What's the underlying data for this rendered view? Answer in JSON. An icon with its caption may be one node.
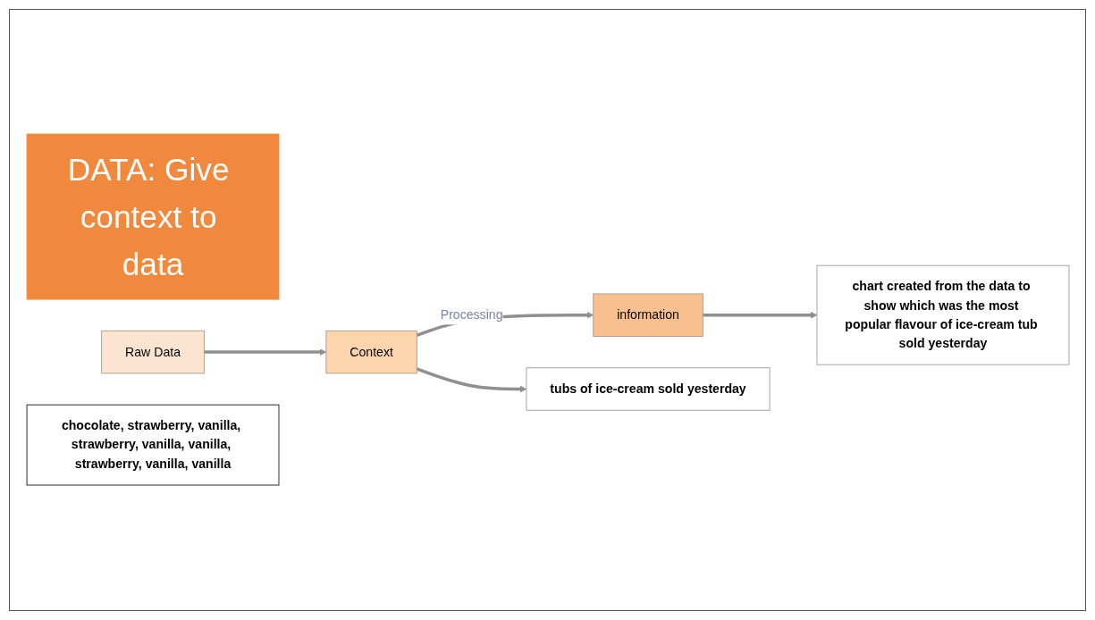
{
  "diagram": {
    "nodes": [
      {
        "text": [
          "DATA: Give context to data"
        ]
      },
      {
        "text": [
          "Raw Data"
        ]
      },
      {
        "text": [
          "Context"
        ]
      },
      {
        "text": [
          "information"
        ]
      },
      {
        "text": [
          "chocolate, strawberry, vanilla, strawberry, vanilla, vanilla, strawberry, vanilla, vanilla"
        ]
      },
      {
        "text": [
          "tubs of ice-cream sold yesterday"
        ]
      },
      {
        "text": [
          "chart created from the data to show which was the most popular flavour of ice-cream tub sold yesterday"
        ]
      }
    ],
    "edges": [
      {
        "from": 1,
        "to": 2,
        "arrow": "to"
      },
      {
        "from": 2,
        "to": 3,
        "arrow": "to",
        "label": "Processing"
      },
      {
        "from": 2,
        "to": 5,
        "arrow": "to"
      },
      {
        "from": 3,
        "to": 6,
        "arrow": "to"
      }
    ]
  }
}
